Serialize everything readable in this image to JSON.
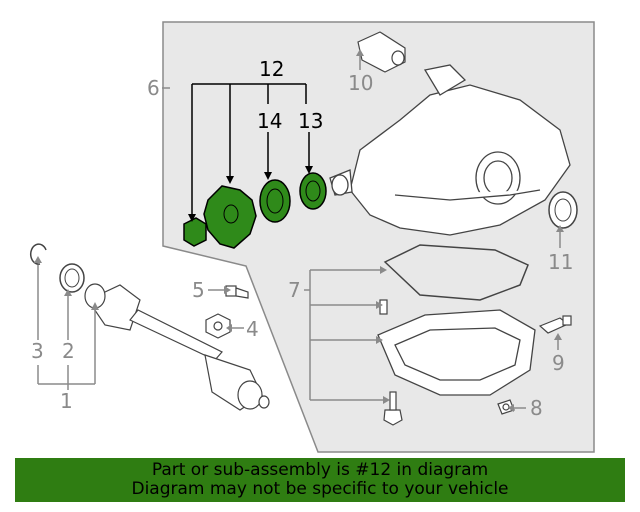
{
  "callouts": {
    "c1": "1",
    "c2": "2",
    "c3": "3",
    "c4": "4",
    "c5": "5",
    "c6": "6",
    "c7": "7",
    "c8": "8",
    "c9": "9",
    "c10": "10",
    "c11": "11",
    "c12": "12",
    "c13": "13",
    "c14": "14"
  },
  "banner": {
    "line1": "Part or sub-assembly is #12 in diagram",
    "line2": "Diagram may not be specific to your vehicle"
  },
  "colors": {
    "highlight": "#2f8a1a",
    "banner_bg": "#2f7d12",
    "line_grey": "#8a8a8a"
  }
}
